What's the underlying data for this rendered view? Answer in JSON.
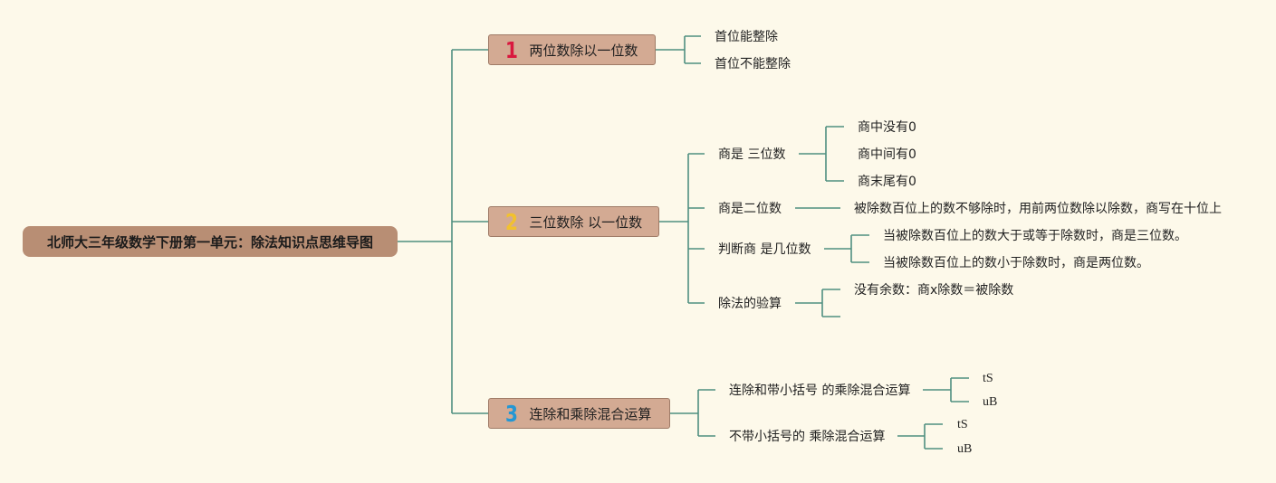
{
  "root": {
    "label": "北师大三年级数学下册第一单元：除法知识点思维导图"
  },
  "topics": [
    {
      "number": "1",
      "label": "两位数除以一位数",
      "children": [
        {
          "label": "首位能整除"
        },
        {
          "label": "首位不能整除"
        }
      ]
    },
    {
      "number": "2",
      "label": "三位数除 以一位数",
      "children": [
        {
          "label": "商是 三位数",
          "children": [
            {
              "label": "商中没有0"
            },
            {
              "label": "商中间有0"
            },
            {
              "label": "商末尾有0"
            }
          ]
        },
        {
          "label": "商是二位数",
          "children": [
            {
              "label": "被除数百位上的数不够除时，用前两位数除以除数，商写在十位上"
            }
          ]
        },
        {
          "label": "判断商 是几位数",
          "children": [
            {
              "label": "当被除数百位上的数大于或等于除数时，商是三位数。"
            },
            {
              "label": "当被除数百位上的数小于除数时，商是两位数。"
            }
          ]
        },
        {
          "label": "除法的验算",
          "children": [
            {
              "label": "没有余数：商x除数＝被除数"
            },
            {
              "label": ""
            }
          ]
        }
      ]
    },
    {
      "number": "3",
      "label": "连除和乘除混合运算",
      "children": [
        {
          "label": "连除和带小括号 的乘除混合运算",
          "children": [
            {
              "label": "tS"
            },
            {
              "label": "uB"
            }
          ]
        },
        {
          "label": "不带小括号的 乘除混合运算",
          "children": [
            {
              "label": "tS"
            },
            {
              "label": "uB"
            }
          ]
        }
      ]
    }
  ],
  "colors": {
    "background": "#fdf9ea",
    "connector": "#4f8f80",
    "root_fill": "#b88e74",
    "topic_fill": "#d3aa93",
    "number_1": "#d9183e",
    "number_2": "#f2c12e",
    "number_3": "#2497d4"
  }
}
